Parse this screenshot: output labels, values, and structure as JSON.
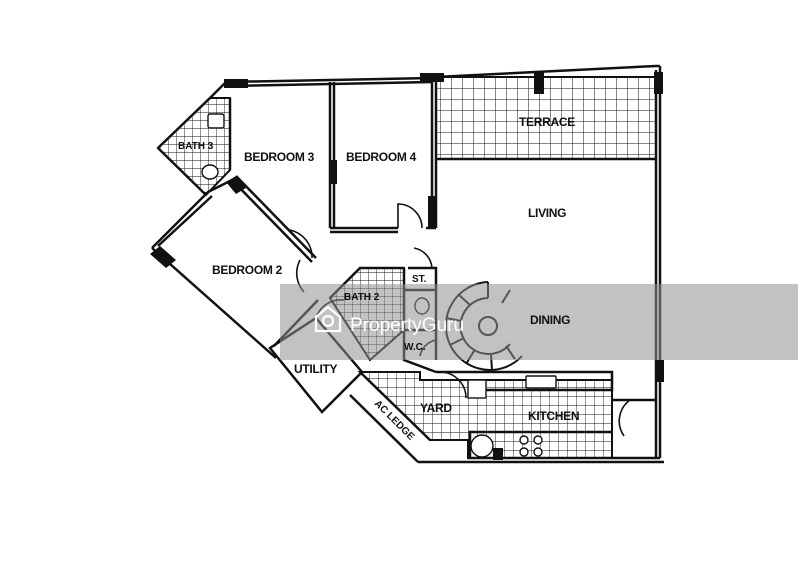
{
  "rooms": {
    "bath_3": "BATH 3",
    "bedroom_3": "BEDROOM 3",
    "bedroom_4": "BEDROOM 4",
    "terrace": "TERRACE",
    "living": "LIVING",
    "bedroom_2": "BEDROOM 2",
    "st": "ST.",
    "bath_2": "BATH 2",
    "dining": "DINING",
    "wc": "W.C.",
    "utility": "UTILITY",
    "yard": "YARD",
    "kitchen": "KITCHEN",
    "ac_ledge": "AC LEDGE"
  },
  "watermark": {
    "brand": "PropertyGuru"
  },
  "colors": {
    "line": "#111111",
    "watermark_band": "#8f8f8f"
  }
}
